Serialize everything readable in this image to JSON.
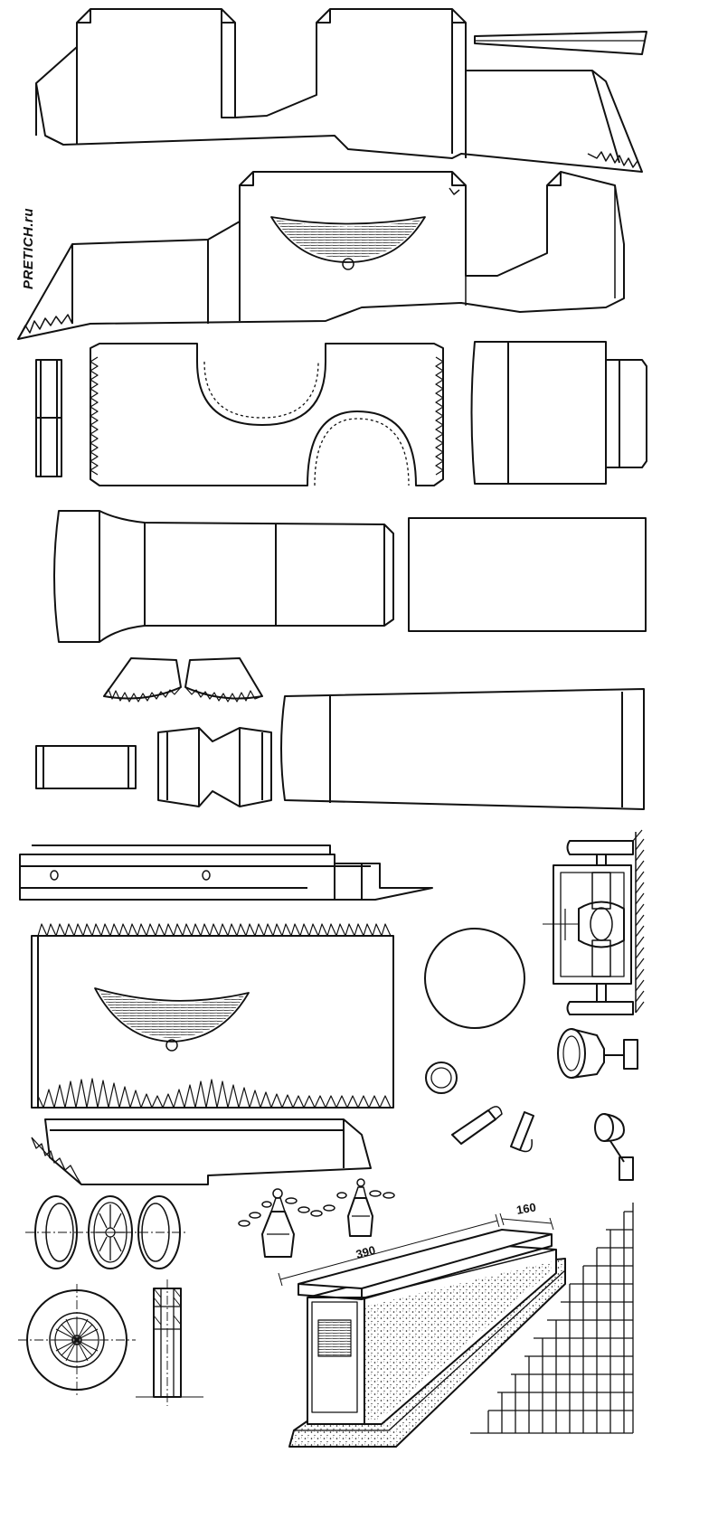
{
  "watermark": "PRETICH.ru",
  "dimensions": {
    "length": "390",
    "width": "160"
  },
  "colors": {
    "ink": "#111111",
    "paper": "#ffffff"
  }
}
